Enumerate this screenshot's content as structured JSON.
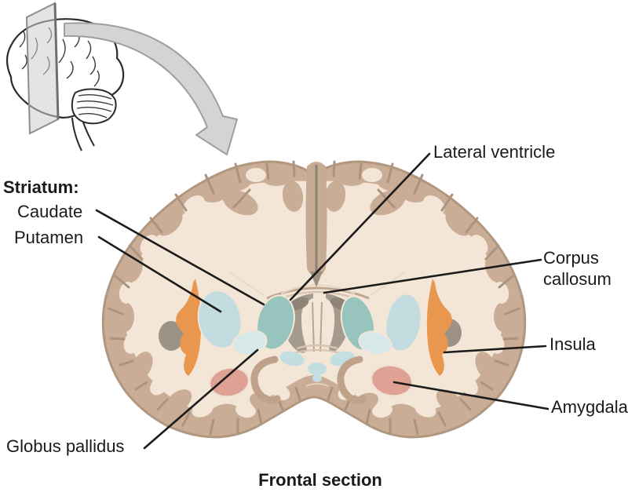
{
  "diagram": {
    "caption": "Frontal section",
    "striatum_heading": "Striatum:",
    "labels": {
      "caudate": "Caudate",
      "putamen": "Putamen",
      "globus_pallidus": "Globus pallidus",
      "lateral_ventricle": "Lateral ventricle",
      "corpus_callosum": "Corpus callosum",
      "insula": "Insula",
      "amygdala": "Amygdala"
    },
    "colors": {
      "cortex": "#c9ad96",
      "cortex_outline": "#b2977f",
      "white_matter": "#f3e6d7",
      "ventricle": "#a49a8e",
      "caudate": "#97c5bd",
      "putamen": "#c2dcdf",
      "globus_pallidus": "#d6e9e8",
      "amygdala": "#dfa194",
      "insula": "#e9964e",
      "hypothalamus_blue": "#c3dee0",
      "leader_line": "#1c1c1c",
      "arrow_fill": "#d4d4d4",
      "arrow_stroke": "#9e9e9e"
    }
  }
}
